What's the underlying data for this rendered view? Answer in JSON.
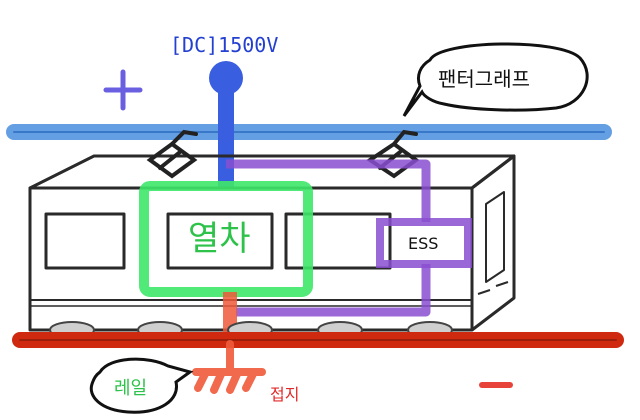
{
  "labels": {
    "voltage": "[DC]1500V",
    "pantograph": "팬터그래프",
    "train": "열차",
    "ess": "ESS",
    "rail": "레일",
    "ground": "접지"
  },
  "symbols": {
    "positive": "+",
    "negative": "−"
  },
  "colors": {
    "catenary_blue": "#4a8fe0",
    "feed_blue": "#3a5ee0",
    "train_green": "#3ee86a",
    "ess_purple": "#8a4fd0",
    "rail_red": "#cf2a10",
    "ground_red": "#f05a3a",
    "outline": "#222222",
    "voltage_text": "#2440d0",
    "train_text": "#2ec24a",
    "ground_text": "#e02a2a",
    "rail_text": "#2ec24a"
  }
}
